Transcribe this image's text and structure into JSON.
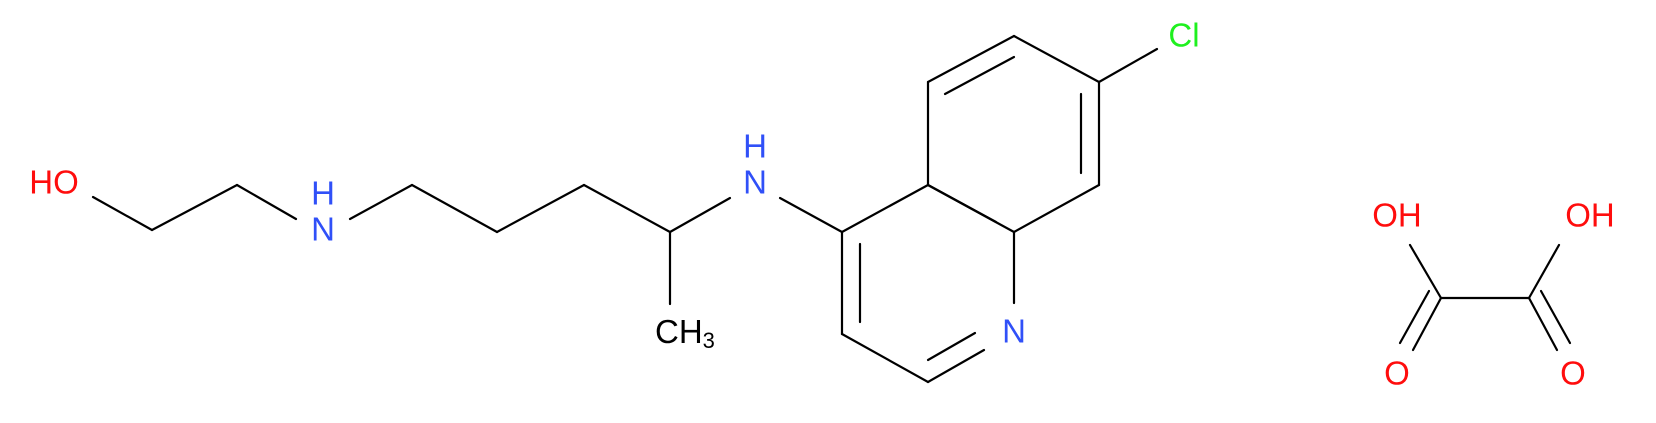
{
  "molecule": {
    "labels": {
      "ho": "HO",
      "nh_chain_h": "H",
      "nh_chain_n": "N",
      "nh_ring_n": "N",
      "nh_ring_h": "H",
      "ch3_c": "CH",
      "ch3_sub": "3",
      "ring_n": "N",
      "cl": "Cl"
    }
  },
  "oxalic_acid": {
    "labels": {
      "oh_left": "OH",
      "oh_right": "OH",
      "o_left": "O",
      "o_right": "O"
    }
  },
  "colors": {
    "bond": "#000000",
    "oxygen": "#ff0d0d",
    "nitrogen": "#3050f8",
    "chlorine": "#1ff01f",
    "carbon": "#000000"
  }
}
